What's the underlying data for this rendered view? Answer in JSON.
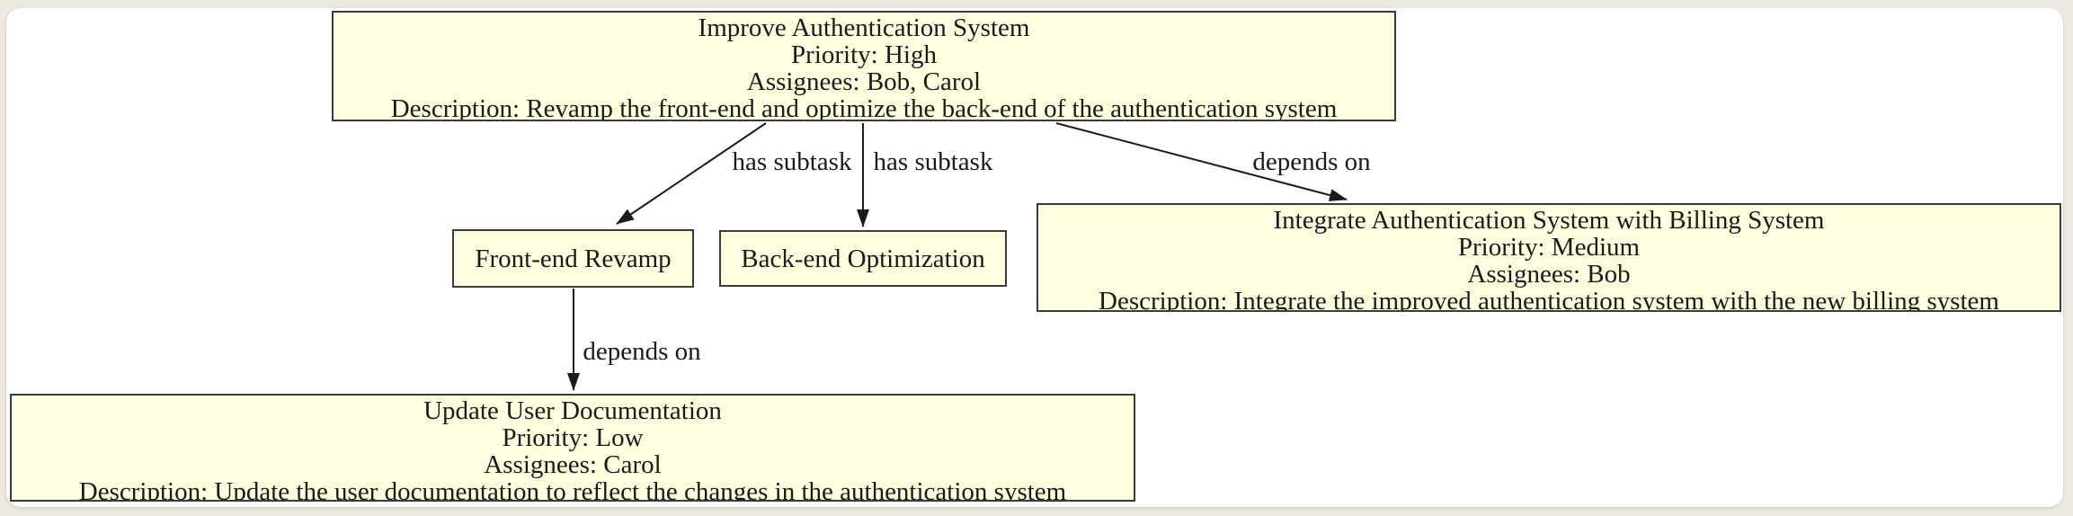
{
  "colors": {
    "node_fill": "#ffffe0",
    "node_border": "#3a3a3a",
    "edge_stroke": "#1a1a1a",
    "canvas_bg": "#ffffff",
    "page_bg": "#ebe9e0"
  },
  "nodes": {
    "improve_auth": {
      "title": "Improve Authentication System",
      "priority": "Priority: High",
      "assignees": "Assignees: Bob, Carol",
      "description": "Description: Revamp the front-end and optimize the back-end of the authentication system"
    },
    "frontend": {
      "title": "Front-end Revamp"
    },
    "backend": {
      "title": "Back-end Optimization"
    },
    "integrate": {
      "title": "Integrate Authentication System with Billing System",
      "priority": "Priority: Medium",
      "assignees": "Assignees: Bob",
      "description": "Description: Integrate the improved authentication system with the new billing system"
    },
    "update_docs": {
      "title": "Update User Documentation",
      "priority": "Priority: Low",
      "assignees": "Assignees: Carol",
      "description": "Description: Update the user documentation to reflect the changes in the authentication system"
    }
  },
  "edges": {
    "improve_to_frontend": {
      "label": "has subtask"
    },
    "improve_to_backend": {
      "label": "has subtask"
    },
    "improve_to_integrate": {
      "label": "depends on"
    },
    "frontend_to_update_docs": {
      "label": "depends on"
    }
  }
}
